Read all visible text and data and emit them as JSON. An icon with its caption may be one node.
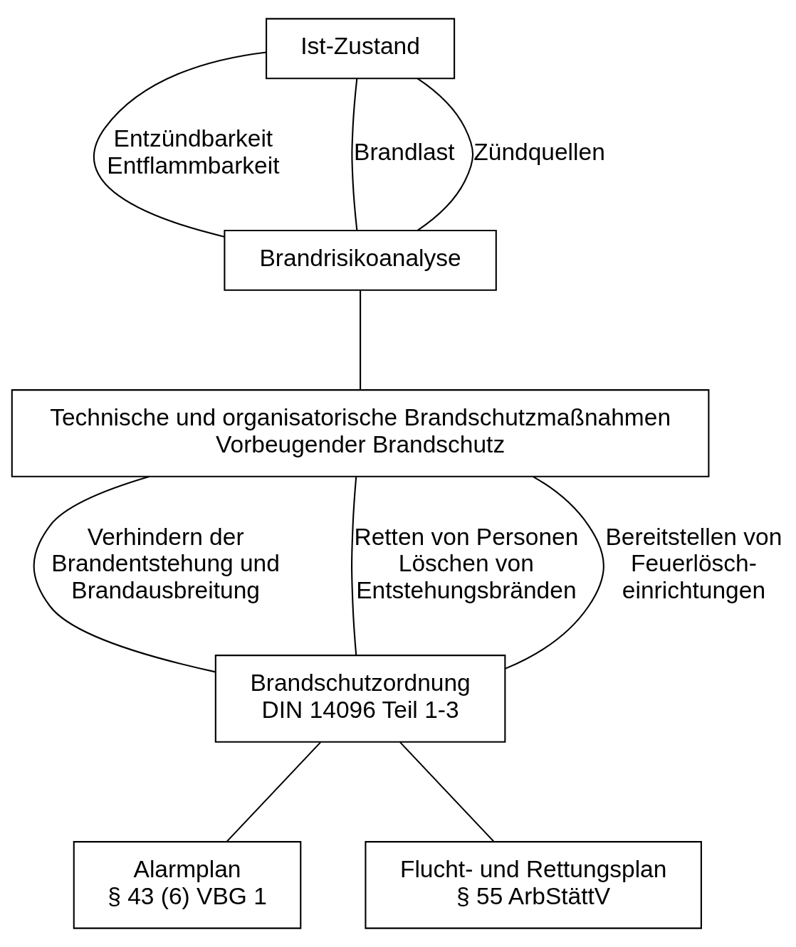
{
  "diagram": {
    "nodes": [
      {
        "text": [
          "Ist-Zustand"
        ]
      },
      {
        "text": [
          "Brandrisikoanalyse"
        ]
      },
      {
        "text": [
          "Technische und organisatorische Brandschutzmaßnahmen",
          "Vorbeugender Brandschutz"
        ]
      },
      {
        "text": [
          "Brandschutzordnung",
          "DIN 14096 Teil 1-3"
        ]
      },
      {
        "text": [
          "Alarmplan",
          "§ 43 (6) VBG 1"
        ]
      },
      {
        "text": [
          "Flucht- und Rettungsplan",
          "§ 55 ArbStättV"
        ]
      }
    ],
    "edges": [
      {
        "from": 0,
        "to": 1,
        "arrow": "none",
        "label": "Entzündbarkeit Entflammbarkeit"
      },
      {
        "from": 0,
        "to": 1,
        "arrow": "none",
        "label": "Brandlast"
      },
      {
        "from": 0,
        "to": 1,
        "arrow": "none",
        "label": "Zündquellen"
      },
      {
        "from": 1,
        "to": 2,
        "arrow": "none"
      },
      {
        "from": 2,
        "to": 3,
        "arrow": "none",
        "label": "Verhindern der Brandentstehung und Brandausbreitung"
      },
      {
        "from": 2,
        "to": 3,
        "arrow": "none",
        "label": "Retten von Personen Löschen von Entstehungsbränden"
      },
      {
        "from": 2,
        "to": 3,
        "arrow": "none",
        "label": "Bereitstellen von Feuerlösch- einrichtungen"
      },
      {
        "from": 3,
        "to": 4,
        "arrow": "none"
      },
      {
        "from": 3,
        "to": 5,
        "arrow": "none"
      }
    ]
  }
}
